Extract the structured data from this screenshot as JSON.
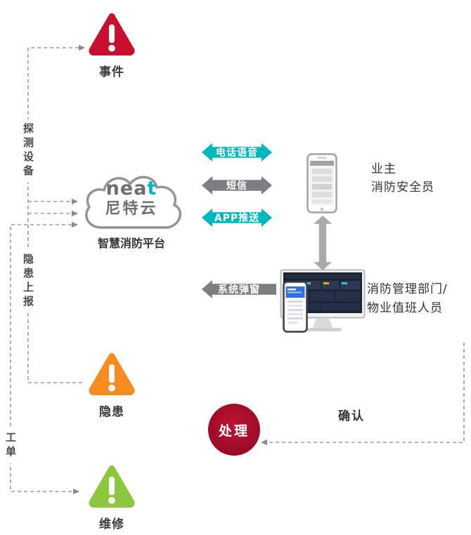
{
  "platform": {
    "logo_latin": "nea",
    "logo_accent": "t",
    "logo_cn": "尼特云",
    "label": "智慧消防平台"
  },
  "nodes": {
    "event": "事件",
    "hazard": "隐患",
    "repair": "维修",
    "handle": "处理",
    "owner_line1": "业主",
    "owner_line2": "消防安全员",
    "management_line1": "消防管理部门/",
    "management_line2": "物业值班人员"
  },
  "edges": {
    "detect_device": "探测设备",
    "hazard_report": "隐患上报",
    "work_order": "工单",
    "phone_voice": "电话语音",
    "sms": "短信",
    "app_push": "APP推送",
    "system_popup": "系统弹窗",
    "confirm": "确认"
  },
  "colors": {
    "alarm_red": "#c8102e",
    "hazard_orange": "#f68b1f",
    "repair_green": "#8dc63f",
    "accent_teal": "#00b6bd",
    "arrow_gray": "#7c7e81",
    "handle_dark_red": "#a10c29",
    "line_gray": "#9b9b9b"
  }
}
